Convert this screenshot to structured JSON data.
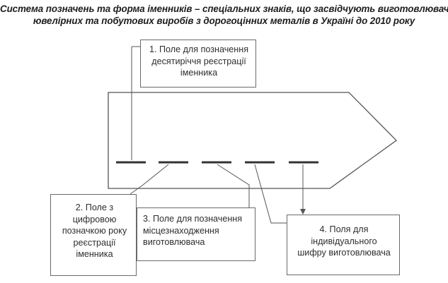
{
  "title": {
    "line1": "Система позначень та форма іменників – спеціальних знаків, що засвідчують виготовлювачів",
    "line2": "ювелірних та побутових виробів з дорогоцінних металів в Україні до 2010 року"
  },
  "callouts": [
    {
      "lines": [
        "1. Поле для позначення",
        "десятиріччя реєстрації",
        "іменника"
      ]
    },
    {
      "lines": [
        "2. Поле з",
        "цифровою",
        "позначкою року",
        "реєстрації",
        "іменника"
      ]
    },
    {
      "lines": [
        "3. Поле для позначення",
        "місцезнаходження",
        "виготовлювача"
      ]
    },
    {
      "lines": [
        "4. Поля для",
        "індивідуального",
        "шифру виготовлювача"
      ]
    }
  ],
  "colors": {
    "line": "#555555",
    "text": "#2e2e2e"
  }
}
